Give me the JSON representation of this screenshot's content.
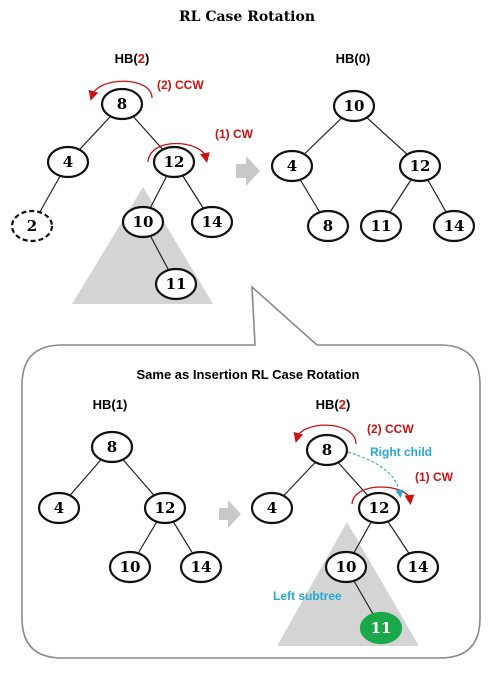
{
  "title": "RL Case Rotation",
  "top_left": {
    "hb_prefix": "HB(",
    "hb_value": "2",
    "hb_suffix": ")",
    "rot1": "(2) CCW",
    "rot2": "(1) CW"
  },
  "top_right": {
    "hb": "HB(0)"
  },
  "callout": {
    "subtitle": "Same as Insertion RL Case Rotation",
    "left_hb": "HB(1)",
    "right_hb_prefix": "HB(",
    "right_hb_value": "2",
    "right_hb_suffix": ")",
    "rot1": "(2) CCW",
    "rot2": "(1) CW",
    "right_child": "Right child",
    "left_subtree": "Left subtree"
  },
  "nodes": {
    "tl": [
      "8",
      "4",
      "12",
      "2",
      "10",
      "14",
      "11"
    ],
    "tr": [
      "10",
      "4",
      "12",
      "8",
      "11",
      "14"
    ],
    "bl": [
      "8",
      "4",
      "12",
      "10",
      "14"
    ],
    "br": [
      "8",
      "4",
      "12",
      "10",
      "14",
      "11"
    ]
  },
  "colors": {
    "red": "#cc1111",
    "blue": "#2aa6d6",
    "green": "#1aa84a",
    "gray": "#d4d4d4",
    "arrow": "#c8c8c8"
  }
}
